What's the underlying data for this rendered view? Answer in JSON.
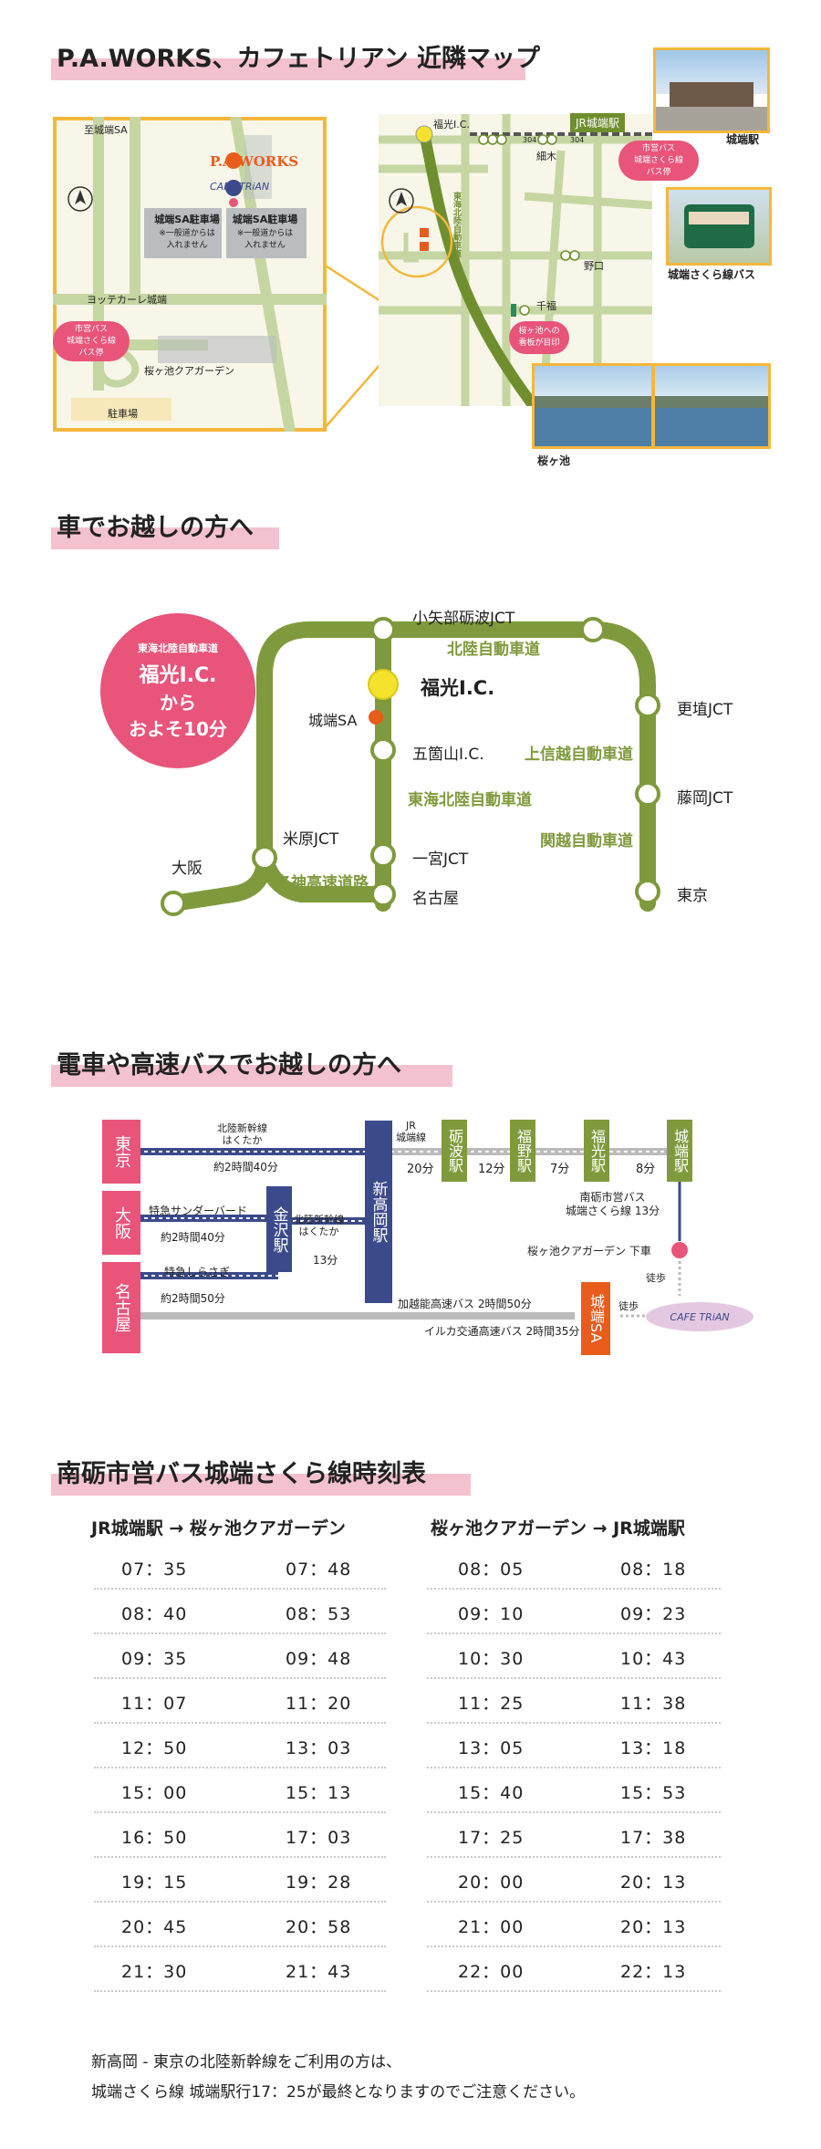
{
  "section1": {
    "title": "P.A.WORKS、カフェトリアン 近隣マップ",
    "inset": {
      "to_sa": "至城端SA",
      "paworks": "P.A.WORKS",
      "cafe": "CAFE TRiAN",
      "sa_parking_1": "城端SA駐車場",
      "sa_parking_1_note_1": "※一般道からは",
      "sa_parking_1_note_2": "入れません",
      "sa_parking_2": "城端SA駐車場",
      "sa_parking_2_note_1": "※一般道からは",
      "sa_parking_2_note_2": "入れません",
      "yottekare": "ヨッテカーレ城端",
      "bus_stop_1": "市営バス",
      "bus_stop_2": "城端さくら線",
      "bus_stop_3": "バス停",
      "garden": "桜ヶ池クアガーデン",
      "parking": "駐車場"
    },
    "area": {
      "fukumitsu_ic": "福光I.C.",
      "jr_station": "JR城端駅",
      "route304_a": "304",
      "route304_b": "304",
      "hosoki": "細木",
      "highway_label": "東海北陸自動車道",
      "noguchi": "野口",
      "senpuku": "千福",
      "bus_callout_1": "市営バス",
      "bus_callout_2": "城端さくら線",
      "bus_callout_3": "バス停",
      "sign_callout_1": "桜ヶ池への",
      "sign_callout_2": "看板が目印"
    },
    "photos": {
      "johana_station": "城端駅",
      "sakura_bus": "城端さくら線バス",
      "sakuragaike": "桜ヶ池"
    }
  },
  "section2": {
    "title": "車でお越しの方へ",
    "badge": {
      "line1": "東海北陸自動車道",
      "line2": "福光I.C.",
      "line3": "から",
      "line4": "およそ10分"
    },
    "nodes": {
      "oyabe": "小矢部砺波JCT",
      "fukumitsu": "福光I.C.",
      "johana_sa": "城端SA",
      "gokayama": "五箇山I.C.",
      "maibara": "米原JCT",
      "ichinomiya": "一宮JCT",
      "nagoya": "名古屋",
      "osaka": "大阪",
      "koshoku": "更埴JCT",
      "fujioka": "藤岡JCT",
      "tokyo": "東京"
    },
    "roads": {
      "hokuriku": "北陸自動車道",
      "tokai_hokuriku": "東海北陸自動車道",
      "joshinetsu": "上信越自動車道",
      "kanetsu": "関越自動車道",
      "meishin": "名神高速道路"
    }
  },
  "section3": {
    "title": "電車や高速バスでお越しの方へ",
    "origins": {
      "tokyo": "東京",
      "osaka": "大阪",
      "nagoya": "名古屋"
    },
    "shin_takaoka": "新高岡駅",
    "kanazawa": "金沢駅",
    "stations": {
      "tonami": "砺波駅",
      "fukuno": "福野駅",
      "fukumitsu": "福光駅",
      "johana": "城端駅"
    },
    "johana_sa": "城端SA",
    "cafe": "CAFE TRiAN",
    "labels": {
      "tokyo_line_1": "北陸新幹線",
      "tokyo_line_2": "はくたか",
      "tokyo_time": "約2時間40分",
      "osaka_train": "特急サンダーバード",
      "osaka_time": "約2時間40分",
      "kanazawa_line_1": "北陸新幹線",
      "kanazawa_line_2": "はくたか",
      "kanazawa_time": "13分",
      "nagoya_train": "特急しらさぎ",
      "nagoya_time": "約2時間50分",
      "jr_line_1": "JR",
      "jr_line_2": "城端線",
      "seg1": "20分",
      "seg2": "12分",
      "seg3": "7分",
      "seg4": "8分",
      "bus_1": "南砺市営バス",
      "bus_2": "城端さくら線 13分",
      "garden_stop": "桜ヶ池クアガーデン 下車",
      "walk": "徒歩",
      "walk2": "徒歩",
      "kaetsuno_bus": "加越能高速バス 2時間50分",
      "iruka_bus": "イルカ交通高速バス 2時間35分"
    }
  },
  "section4": {
    "title": "南砺市営バス城端さくら線時刻表",
    "left_header": "JR城端駅 → 桜ヶ池クアガーデン",
    "right_header": "桜ヶ池クアガーデン → JR城端駅",
    "left_rows": [
      [
        "07：35",
        "07：48"
      ],
      [
        "08：40",
        "08：53"
      ],
      [
        "09：35",
        "09：48"
      ],
      [
        "11：07",
        "11：20"
      ],
      [
        "12：50",
        "13：03"
      ],
      [
        "15：00",
        "15：13"
      ],
      [
        "16：50",
        "17：03"
      ],
      [
        "19：15",
        "19：28"
      ],
      [
        "20：45",
        "20：58"
      ],
      [
        "21：30",
        "21：43"
      ]
    ],
    "right_rows": [
      [
        "08：05",
        "08：18"
      ],
      [
        "09：10",
        "09：23"
      ],
      [
        "10：30",
        "10：43"
      ],
      [
        "11：25",
        "11：38"
      ],
      [
        "13：05",
        "13：18"
      ],
      [
        "15：40",
        "15：53"
      ],
      [
        "17：25",
        "17：38"
      ],
      [
        "20：00",
        "20：13"
      ],
      [
        "21：00",
        "20：13"
      ],
      [
        "22：00",
        "22：13"
      ]
    ],
    "note_line1": "新高岡 - 東京の北陸新幹線をご利用の方は、",
    "note_line2": "城端さくら線 城端駅行17：25が最終となりますのでご注意ください。"
  },
  "colors": {
    "accent_pink": "#e8547a",
    "road_green": "#7f9a3c",
    "rail_navy": "#3b4a8a",
    "map_frame": "#f5b73b"
  }
}
